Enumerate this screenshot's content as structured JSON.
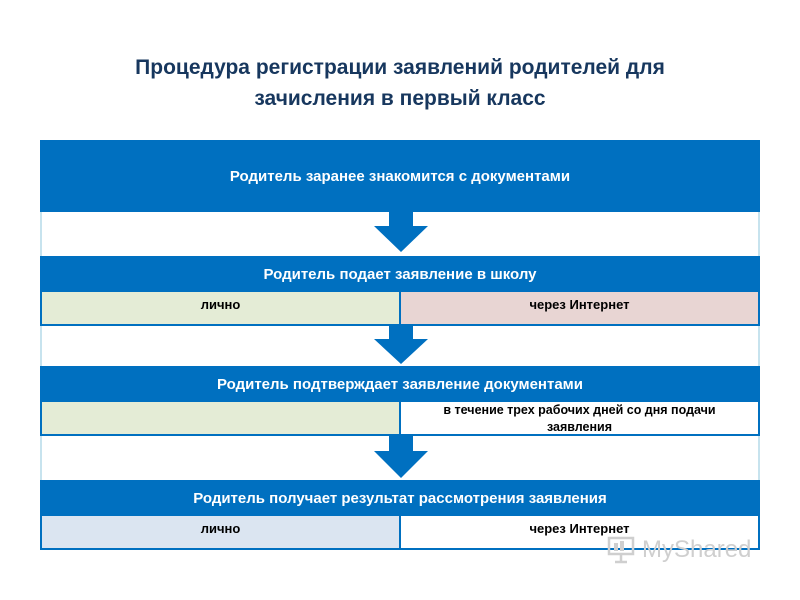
{
  "title": {
    "line1": "Процедура регистрации заявлений родителей для",
    "line2": "зачисления в первый класс"
  },
  "steps": [
    {
      "label": "Родитель заранее знакомится с документами"
    },
    {
      "label": "Родитель подает заявление в школу",
      "sub": {
        "left": "лично",
        "right": "через Интернет"
      }
    },
    {
      "label": "Родитель подтверждает заявление документами",
      "sub": {
        "left": "",
        "right_line1": "в течение трех рабочих дней со дня подачи",
        "right_line2": "заявления"
      }
    },
    {
      "label": "Родитель получает результат рассмотрения заявления",
      "sub": {
        "left": "лично",
        "right": "через Интернет"
      }
    }
  ],
  "watermark": "MyShared",
  "colors": {
    "step_blue": "#0070c0",
    "title": "#17375e",
    "sub_green": "#e4ecd6",
    "sub_pink": "#e8d5d3",
    "sub_blue": "#dbe5f1"
  },
  "icons": [
    "down-arrow-icon",
    "presentation-icon"
  ]
}
